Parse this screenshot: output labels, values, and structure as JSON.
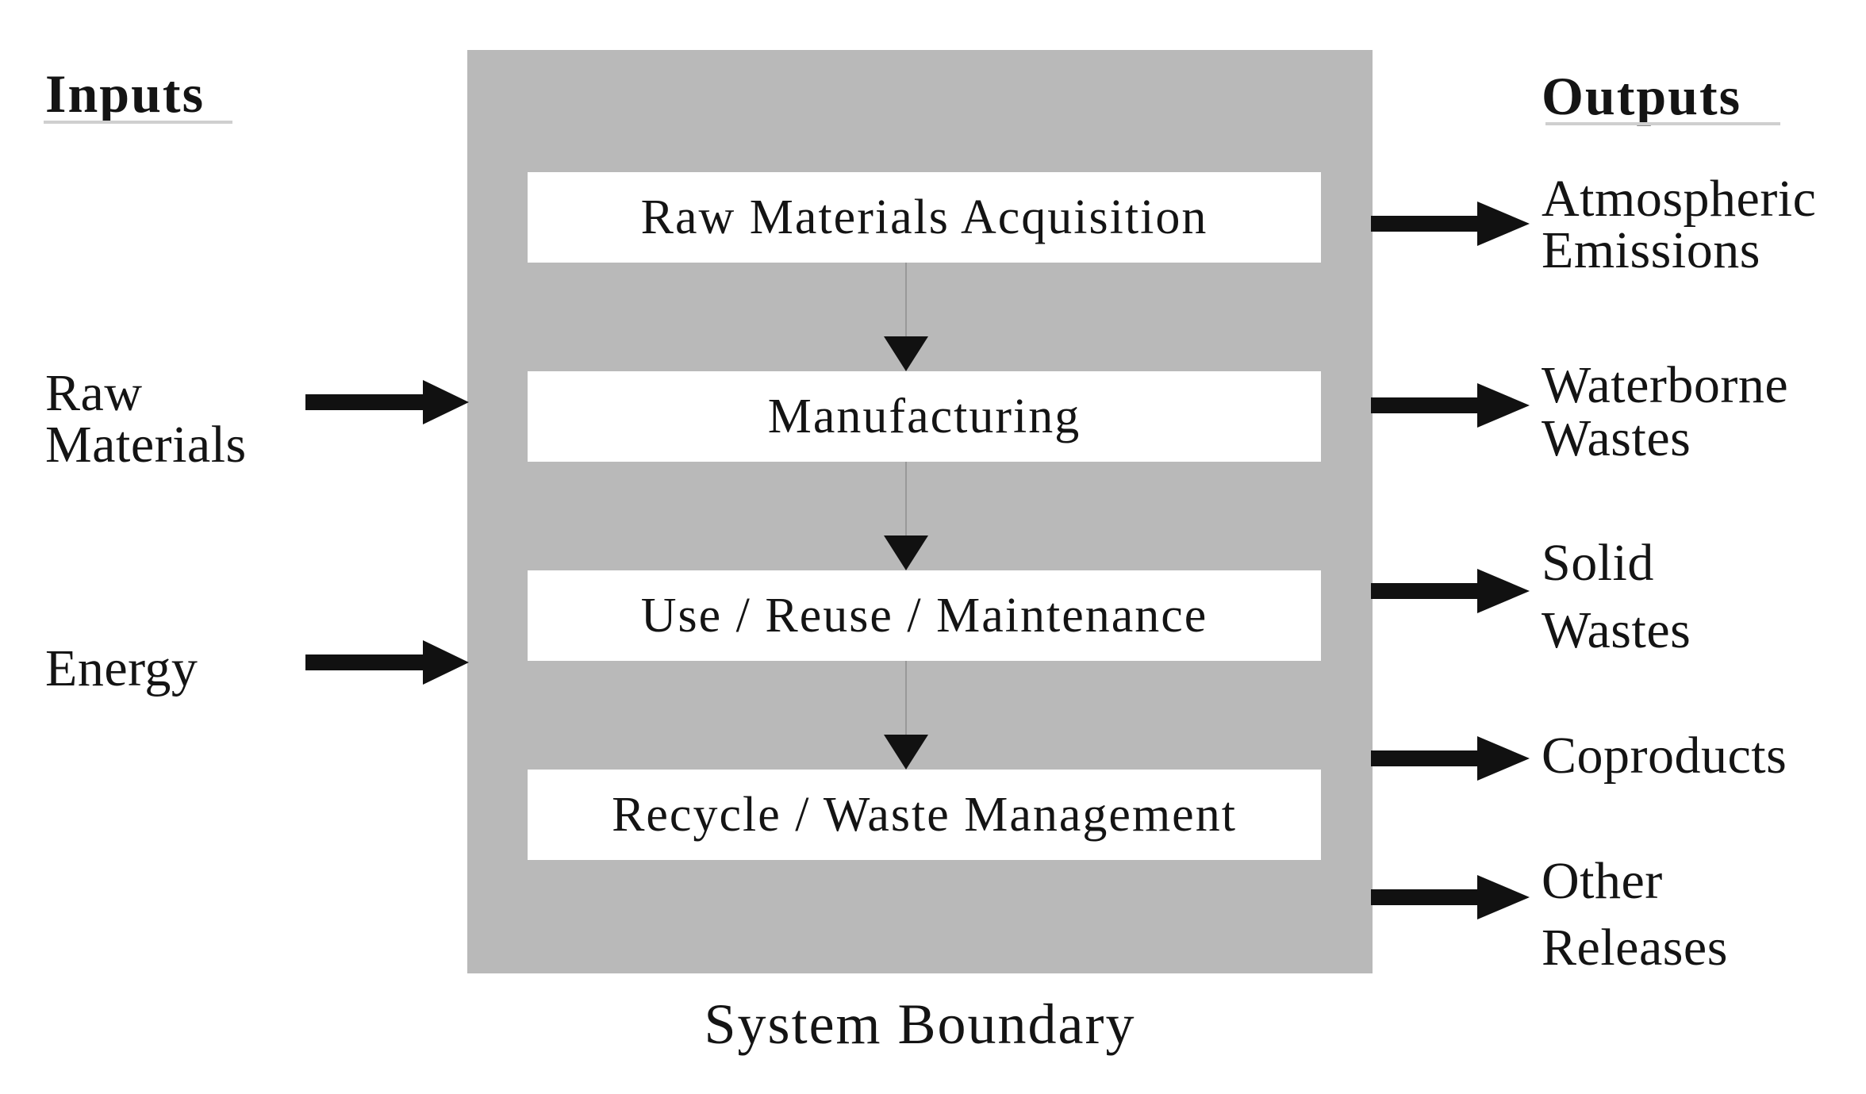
{
  "headers": {
    "inputs": "Inputs",
    "outputs": "Outputs"
  },
  "stages": [
    {
      "label": "Raw Materials Acquisition"
    },
    {
      "label": "Manufacturing"
    },
    {
      "label": "Use / Reuse / Maintenance"
    },
    {
      "label": "Recycle / Waste Management"
    }
  ],
  "inputs": [
    {
      "lines": [
        "Raw",
        "Materials"
      ]
    },
    {
      "lines": [
        "Energy"
      ]
    }
  ],
  "outputs": [
    {
      "lines": [
        "Atmospheric",
        "Emissions"
      ]
    },
    {
      "lines": [
        "Waterborne",
        "Wastes"
      ]
    },
    {
      "lines": [
        "Solid",
        "Wastes"
      ]
    },
    {
      "lines": [
        "Coproducts"
      ]
    },
    {
      "lines": [
        "Other",
        "Releases"
      ]
    }
  ],
  "boundary_label": "System Boundary",
  "colors": {
    "boundary_fill": "#b9b9b9",
    "stage_box_fill": "#ffffff",
    "arrow": "#111111",
    "text": "#141414",
    "underline": "#cfcfcf",
    "connector_line": "#999999"
  }
}
